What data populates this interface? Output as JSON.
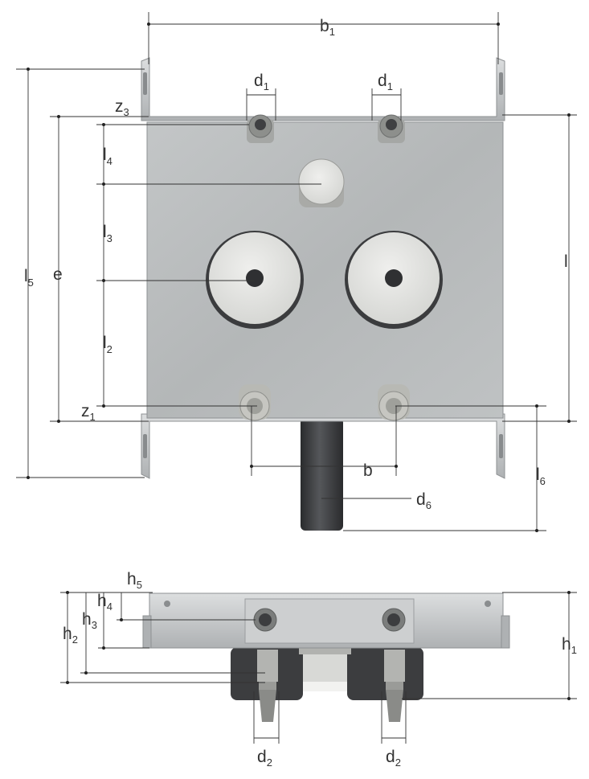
{
  "views": {
    "front_view": {
      "labels": {
        "b1": {
          "main": "b",
          "sub": "1"
        },
        "d1_left": {
          "main": "d",
          "sub": "1"
        },
        "d1_right": {
          "main": "d",
          "sub": "1"
        },
        "z3": {
          "main": "z",
          "sub": "3"
        },
        "l4": {
          "main": "l",
          "sub": "4"
        },
        "l3": {
          "main": "l",
          "sub": "3"
        },
        "l2": {
          "main": "l",
          "sub": "2"
        },
        "l5": {
          "main": "l",
          "sub": "5"
        },
        "e": {
          "main": "e",
          "sub": ""
        },
        "l": {
          "main": "l",
          "sub": ""
        },
        "z1": {
          "main": "z",
          "sub": "1"
        },
        "b": {
          "main": "b",
          "sub": ""
        },
        "l6": {
          "main": "l",
          "sub": "6"
        },
        "d6": {
          "main": "d",
          "sub": "6"
        }
      }
    },
    "top_view": {
      "labels": {
        "h5": {
          "main": "h",
          "sub": "5"
        },
        "h4": {
          "main": "h",
          "sub": "4"
        },
        "h3": {
          "main": "h",
          "sub": "3"
        },
        "h2": {
          "main": "h",
          "sub": "2"
        },
        "h1": {
          "main": "h",
          "sub": "1"
        },
        "d2_left": {
          "main": "d",
          "sub": "2"
        },
        "d2_right": {
          "main": "d",
          "sub": "2"
        }
      }
    }
  },
  "colors": {
    "plate": "#b9bcbd",
    "plate_edge": "#8e9193",
    "steel": "#c9cbcc",
    "insulation": "#e3e4e2",
    "drain_pipe": "#3a3b3d",
    "dimension_line": "#333333"
  }
}
